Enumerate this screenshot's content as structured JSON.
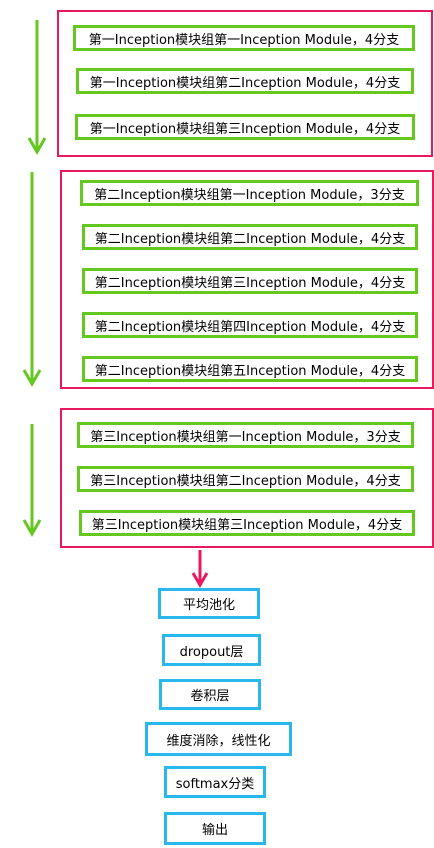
{
  "colors": {
    "group_border": "#e8195f",
    "module_border": "#64c81e",
    "stage_border": "#29b8ec",
    "flow_arrow": "#64c81e",
    "output_arrow": "#e8195f"
  },
  "groups": [
    {
      "modules": [
        "第一Inception模块组第一Inception Module，4分支",
        "第一Inception模块组第二Inception Module，4分支",
        "第一Inception模块组第三Inception Module，4分支"
      ]
    },
    {
      "modules": [
        "第二Inception模块组第一Inception Module，3分支",
        "第二Inception模块组第二Inception Module，4分支",
        "第二Inception模块组第三Inception Module，4分支",
        "第二Inception模块组第四Inception Module，4分支",
        "第二Inception模块组第五Inception Module，4分支"
      ]
    },
    {
      "modules": [
        "第三Inception模块组第一Inception Module，3分支",
        "第三Inception模块组第二Inception Module，4分支",
        "第三Inception模块组第三Inception Module，4分支"
      ]
    }
  ],
  "final_stages": [
    "平均池化",
    "dropout层",
    "卷积层",
    "维度消除，线性化",
    "softmax分类",
    "输出"
  ]
}
